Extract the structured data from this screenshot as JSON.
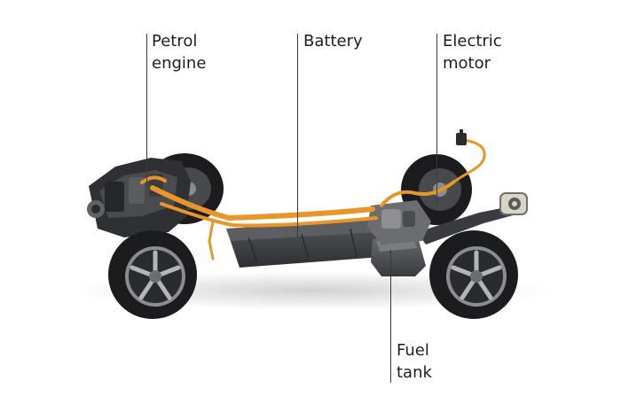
{
  "labels": {
    "petrol_engine": [
      "Petrol",
      "engine"
    ],
    "battery": "Battery",
    "electric_motor": [
      "Electric",
      "motor"
    ],
    "fuel_tank": [
      "Fuel",
      "tank"
    ]
  },
  "colors": {
    "background": "#ffffff",
    "label_text": "#1e1e1e",
    "leader_line": "#3a3a3a",
    "harness_orange": "#e8962a",
    "component_dark": "#3a3b3e",
    "tire": "#1c1c1e",
    "rim": "#8a8c90"
  }
}
